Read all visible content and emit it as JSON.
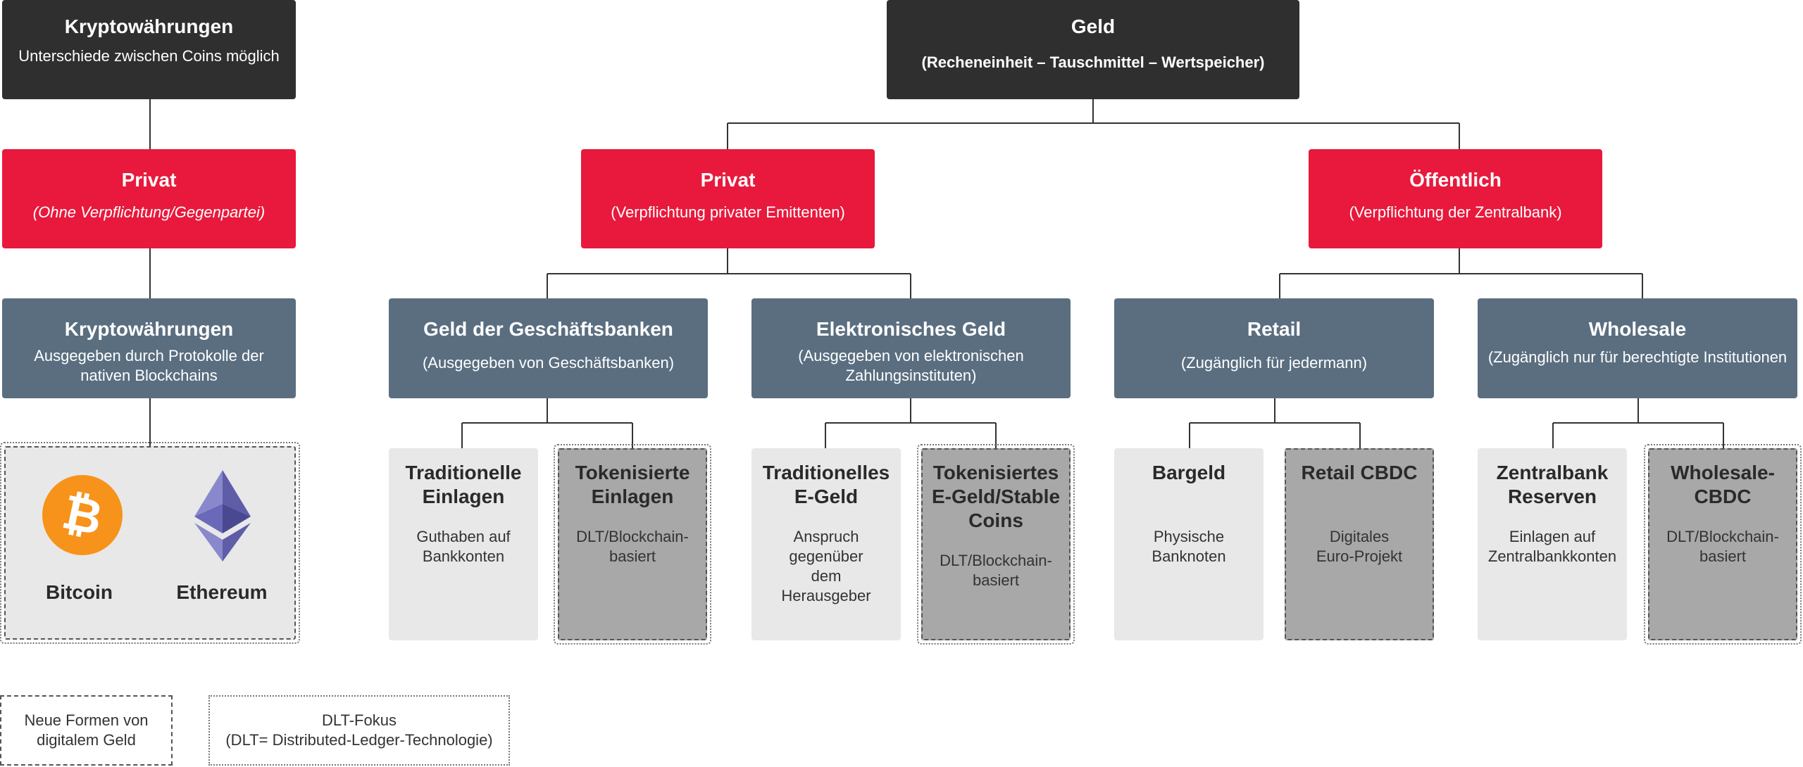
{
  "left": {
    "top": {
      "title": "Kryptowährungen",
      "subtitle": "Unterschiede zwischen Coins möglich"
    },
    "mid": {
      "title": "Privat",
      "subtitle": "(Ohne Verpflichtung/Gegenpartei)"
    },
    "low": {
      "title": "Kryptowährungen",
      "subtitle": "Ausgegeben durch Protokolle der nativen Blockchains"
    },
    "coins": [
      {
        "label": "Bitcoin",
        "icon": "bitcoin-icon",
        "color": "#f7931a"
      },
      {
        "label": "Ethereum",
        "icon": "ethereum-icon",
        "color": "#6a68b8"
      }
    ]
  },
  "root": {
    "title": "Geld",
    "subtitle": "(Recheneinheit – Tauschmittel – Wertspeicher)"
  },
  "level1": [
    {
      "title": "Privat",
      "subtitle": "(Verpflichtung privater Emittenten)"
    },
    {
      "title": "Öffentlich",
      "subtitle": "(Verpflichtung der Zentralbank)"
    }
  ],
  "level2": [
    {
      "title": "Geld der Geschäftsbanken",
      "subtitle": "(Ausgegeben von Geschäftsbanken)"
    },
    {
      "title": "Elektronisches Geld",
      "subtitle": "(Ausgegeben von elektronischen Zahlungsinstituten)"
    },
    {
      "title": "Retail",
      "subtitle": "(Zugänglich für jedermann)"
    },
    {
      "title": "Wholesale",
      "subtitle": "(Zugänglich nur für berechtigte Institutionen"
    }
  ],
  "leaves": [
    {
      "title": "Traditionelle Einlagen",
      "subtitle": "Guthaben auf Bankkonten"
    },
    {
      "title": "Tokenisierte Einlagen",
      "subtitle": "DLT/Blockchain-basiert"
    },
    {
      "title": "Traditionelles E-Geld",
      "subtitle": "Anspruch gegenüber dem Herausgeber"
    },
    {
      "title": "Tokenisiertes E-Geld/Stable Coins",
      "subtitle": "DLT/Blockchain-basiert"
    },
    {
      "title": "Bargeld",
      "subtitle": "Physische Banknoten"
    },
    {
      "title": "Retail CBDC",
      "subtitle": "Digitales Euro-Projekt"
    },
    {
      "title": "Zentralbank Reserven",
      "subtitle": "Einlagen auf Zentralbankkonten"
    },
    {
      "title": "Wholesale-CBDC",
      "subtitle": "DLT/Blockchain-basiert"
    }
  ],
  "legend": {
    "dashed": "Neue Formen von digitalem Geld",
    "dotted_title": "DLT-Fokus",
    "dotted_sub": "(DLT= Distributed-Ledger-Technologie)"
  },
  "colors": {
    "dark": "#2f2f2f",
    "red": "#e8193c",
    "slate": "#5a6e80",
    "light": "#e8e8e8",
    "mid": "#a8a8a8"
  }
}
